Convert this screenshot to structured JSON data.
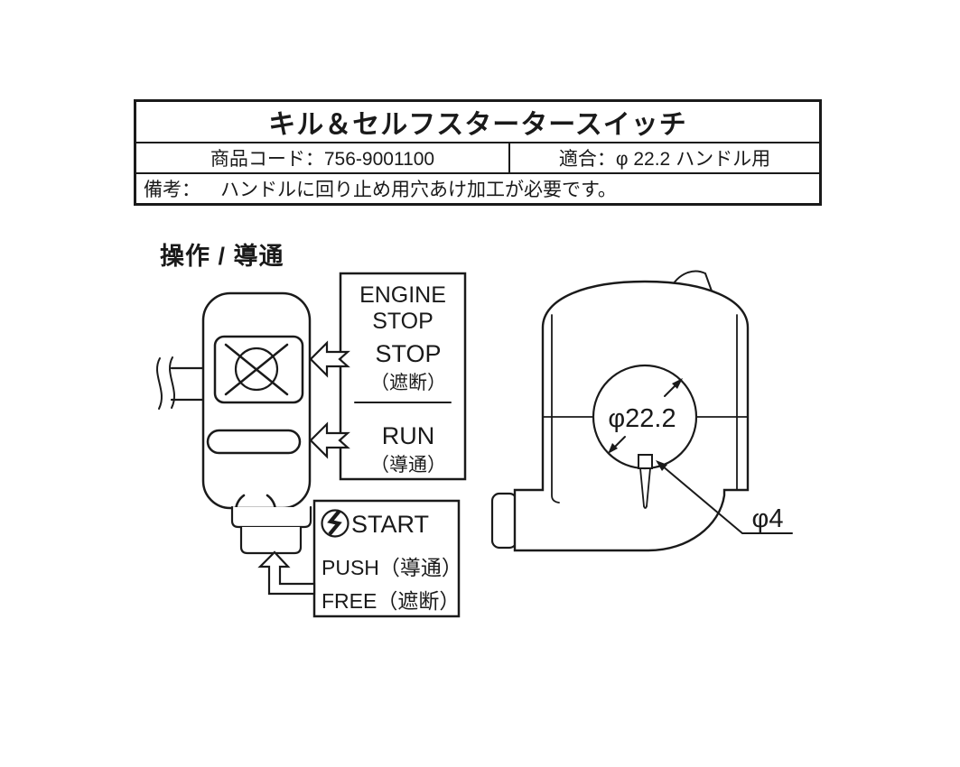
{
  "page": {
    "background": "#ffffff",
    "line_color": "#1a1a1a"
  },
  "spec_table": {
    "title": "キル＆セルフスタータースイッチ",
    "product_code": "商品コード：756-9001100",
    "fitment": "適合：φ 22.2 ハンドル用",
    "remarks_label": "備考：",
    "remarks_text": "ハンドルに回り止め用穴あけ加工が必要です。"
  },
  "section_heading": "操作 / 導通",
  "engine_stop_box": {
    "title_line1": "ENGINE",
    "title_line2": "STOP",
    "stop_label": "STOP",
    "stop_state": "（遮断）",
    "run_label": "RUN",
    "run_state": "（導通）"
  },
  "start_box": {
    "start_label": "START",
    "push_line": "PUSH（導通）",
    "free_line": "FREE（遮断）"
  },
  "side_view": {
    "bore_dim": "φ22.2",
    "pin_dim": "φ4"
  },
  "icons": {
    "kill_symbol": "engine-stop-crossed-circle",
    "start_symbol": "lightning-bolt-in-circle"
  }
}
